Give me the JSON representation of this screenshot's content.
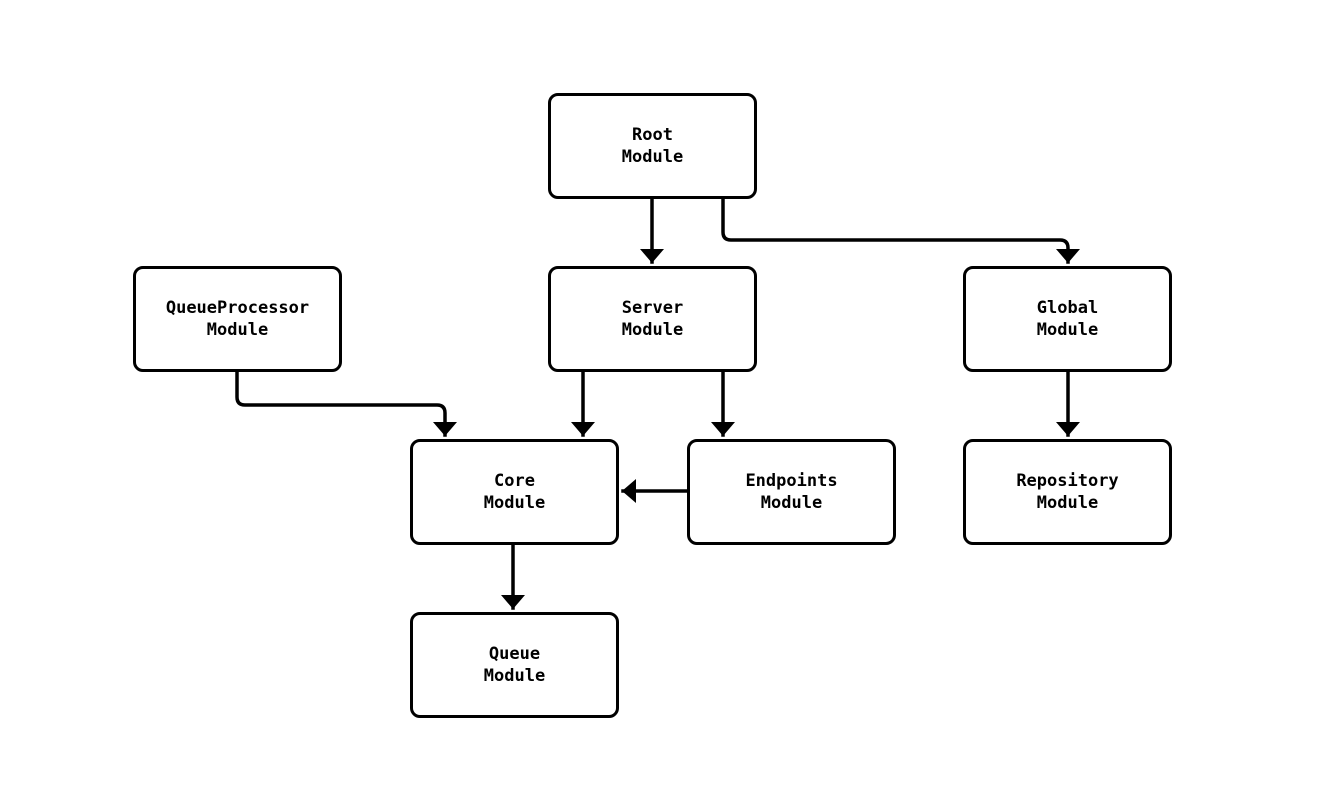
{
  "diagram": {
    "type": "module-dependency-flowchart",
    "background_color": "#ffffff",
    "node_border_color": "#000000",
    "node_fill_color": "#ffffff",
    "edge_color": "#000000",
    "text_color": "#000000",
    "nodes": [
      {
        "id": "root",
        "line1": "Root",
        "line2": "Module"
      },
      {
        "id": "queue-processor",
        "line1": "QueueProcessor",
        "line2": "Module"
      },
      {
        "id": "server",
        "line1": "Server",
        "line2": "Module"
      },
      {
        "id": "global",
        "line1": "Global",
        "line2": "Module"
      },
      {
        "id": "core",
        "line1": "Core",
        "line2": "Module"
      },
      {
        "id": "endpoints",
        "line1": "Endpoints",
        "line2": "Module"
      },
      {
        "id": "repository",
        "line1": "Repository",
        "line2": "Module"
      },
      {
        "id": "queue",
        "line1": "Queue",
        "line2": "Module"
      }
    ],
    "edges": [
      {
        "from": "root",
        "to": "server"
      },
      {
        "from": "root",
        "to": "global"
      },
      {
        "from": "queue-processor",
        "to": "core"
      },
      {
        "from": "server",
        "to": "core"
      },
      {
        "from": "server",
        "to": "endpoints"
      },
      {
        "from": "endpoints",
        "to": "core"
      },
      {
        "from": "global",
        "to": "repository"
      },
      {
        "from": "core",
        "to": "queue"
      }
    ]
  }
}
